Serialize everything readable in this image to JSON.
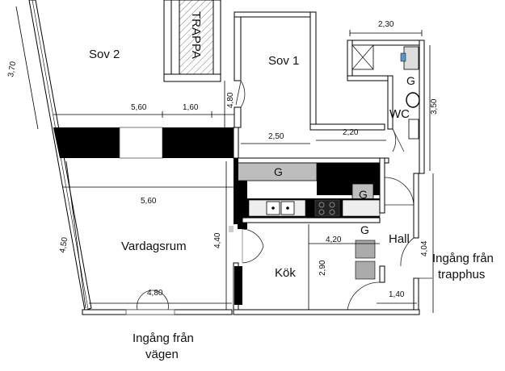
{
  "rooms": {
    "sov2": "Sov 2",
    "sov1": "Sov 1",
    "trappa": "TRAPPA",
    "wc": "WC",
    "vardagsrum": "Vardagsrum",
    "kok": "Kök",
    "hall": "Hall"
  },
  "markers": {
    "g": "G"
  },
  "entrances": {
    "street_line1": "Ingång från",
    "street_line2": "vägen",
    "stair_line1": "Ingång från",
    "stair_line2": "trapphus"
  },
  "dimensions": {
    "d_2_30": "2,30",
    "d_3_70": "3,70",
    "d_5_60_top": "5,60",
    "d_1_60": "1,60",
    "d_4_80_vert": "4,80",
    "d_3_50": "3,50",
    "d_2_50": "2,50",
    "d_2_20": "2,20",
    "d_5_60_mid": "5,60",
    "d_4_50": "4,50",
    "d_4_40": "4,40",
    "d_4_20": "4,20",
    "d_2_90": "2,90",
    "d_4_80_bottom": "4,80",
    "d_1_40": "1,40",
    "d_4_04": "4,04"
  }
}
